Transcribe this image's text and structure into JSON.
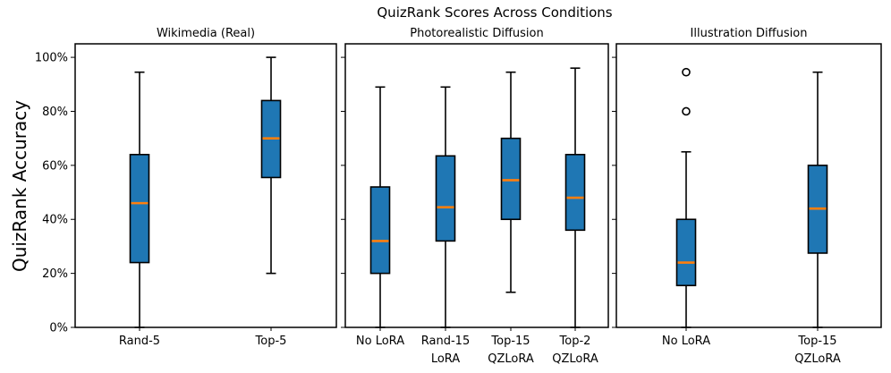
{
  "title": "QuizRank Scores Across Conditions",
  "ylabel": "QuizRank Accuracy",
  "colors": {
    "box_fill": "#1f77b4",
    "median": "#ff7f0e",
    "stroke": "#000000"
  },
  "chart_data": [
    {
      "type": "box",
      "title": "Wikimedia (Real)",
      "ylim": [
        0,
        1.05
      ],
      "yticks": [
        "0%",
        "20%",
        "40%",
        "60%",
        "80%",
        "100%"
      ],
      "categories": [
        [
          "Rand-5"
        ],
        [
          "Top-5"
        ]
      ],
      "boxes": [
        {
          "min": 0.0,
          "q1": 0.24,
          "median": 0.46,
          "q3": 0.64,
          "max": 0.945,
          "outliers": []
        },
        {
          "min": 0.2,
          "q1": 0.555,
          "median": 0.7,
          "q3": 0.84,
          "max": 1.0,
          "outliers": []
        }
      ]
    },
    {
      "type": "box",
      "title": "Photorealistic Diffusion",
      "ylim": [
        0,
        1.05
      ],
      "yticks": [
        "0%",
        "20%",
        "40%",
        "60%",
        "80%",
        "100%"
      ],
      "categories": [
        [
          "No LoRA"
        ],
        [
          "Rand-15",
          "LoRA"
        ],
        [
          "Top-15",
          "QZLoRA"
        ],
        [
          "Top-2",
          "QZLoRA"
        ]
      ],
      "boxes": [
        {
          "min": 0.0,
          "q1": 0.2,
          "median": 0.32,
          "q3": 0.52,
          "max": 0.89,
          "outliers": []
        },
        {
          "min": 0.0,
          "q1": 0.32,
          "median": 0.445,
          "q3": 0.635,
          "max": 0.89,
          "outliers": []
        },
        {
          "min": 0.13,
          "q1": 0.4,
          "median": 0.545,
          "q3": 0.7,
          "max": 0.945,
          "outliers": []
        },
        {
          "min": 0.0,
          "q1": 0.36,
          "median": 0.48,
          "q3": 0.64,
          "max": 0.96,
          "outliers": []
        }
      ]
    },
    {
      "type": "box",
      "title": "Illustration Diffusion",
      "ylim": [
        0,
        1.05
      ],
      "yticks": [
        "0%",
        "20%",
        "40%",
        "60%",
        "80%",
        "100%"
      ],
      "categories": [
        [
          "No LoRA"
        ],
        [
          "Top-15",
          "QZLoRA"
        ]
      ],
      "boxes": [
        {
          "min": 0.0,
          "q1": 0.155,
          "median": 0.24,
          "q3": 0.4,
          "max": 0.65,
          "outliers": [
            0.8,
            0.945
          ]
        },
        {
          "min": 0.0,
          "q1": 0.275,
          "median": 0.44,
          "q3": 0.6,
          "max": 0.945,
          "outliers": []
        }
      ]
    }
  ]
}
